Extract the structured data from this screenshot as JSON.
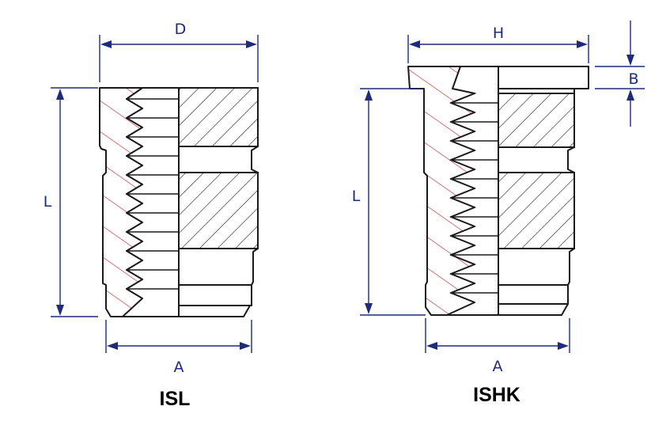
{
  "colors": {
    "outline": "#1a1a1a",
    "dimension": "#1f2a7a",
    "red_hatch": "#c23a3a",
    "dark_hatch": "#1a1a1a",
    "background": "#ffffff"
  },
  "isl": {
    "caption": "ISL",
    "dims": {
      "top": "D",
      "height": "L",
      "bottom": "A"
    }
  },
  "ishk": {
    "caption": "ISHK",
    "dims": {
      "top": "H",
      "flange": "B",
      "height": "L",
      "bottom": "A"
    }
  }
}
